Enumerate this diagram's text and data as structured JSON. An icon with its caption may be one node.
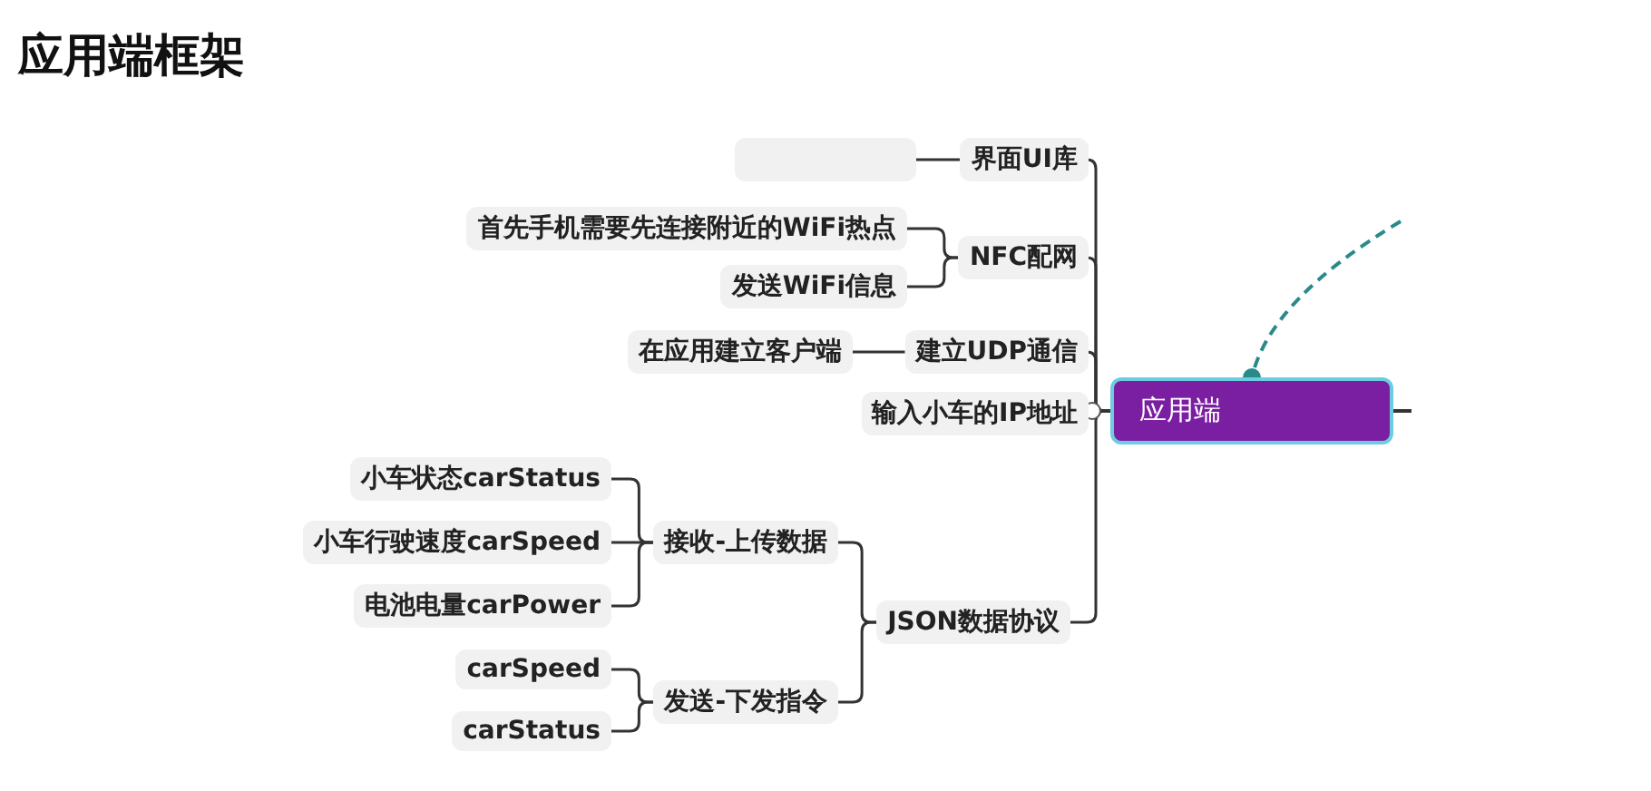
{
  "diagram": {
    "title": "应用端框架",
    "nodes": [
      {
        "text": [
          "应用端"
        ]
      },
      {
        "text": [
          "界面UI库"
        ]
      },
      {
        "text": [],
        "shape": "box"
      },
      {
        "text": [
          "NFC配网"
        ]
      },
      {
        "text": [
          "首先手机需要先连接附近的WiFi热点"
        ]
      },
      {
        "text": [
          "发送WiFi信息"
        ]
      },
      {
        "text": [
          "建立UDP通信"
        ]
      },
      {
        "text": [
          "在应用建立客户端"
        ]
      },
      {
        "text": [
          "输入小车的IP地址"
        ]
      },
      {
        "text": [
          "JSON数据协议"
        ]
      },
      {
        "text": [
          "接收-上传数据"
        ]
      },
      {
        "text": [
          "小车状态carStatus"
        ]
      },
      {
        "text": [
          "小车行驶速度carSpeed"
        ]
      },
      {
        "text": [
          "电池电量carPower"
        ]
      },
      {
        "text": [
          "发送-下发指令"
        ]
      },
      {
        "text": [
          "carSpeed"
        ]
      },
      {
        "text": [
          "carStatus"
        ]
      }
    ],
    "edges": [
      {
        "from": 0,
        "to": 1,
        "arrow": "none"
      },
      {
        "from": 1,
        "to": 2,
        "arrow": "none"
      },
      {
        "from": 0,
        "to": 3,
        "arrow": "none"
      },
      {
        "from": 3,
        "to": 4,
        "arrow": "none"
      },
      {
        "from": 3,
        "to": 5,
        "arrow": "none"
      },
      {
        "from": 0,
        "to": 6,
        "arrow": "none"
      },
      {
        "from": 6,
        "to": 7,
        "arrow": "none"
      },
      {
        "from": 0,
        "to": 8,
        "arrow": "none"
      },
      {
        "from": 0,
        "to": 9,
        "arrow": "none"
      },
      {
        "from": 9,
        "to": 10,
        "arrow": "none"
      },
      {
        "from": 10,
        "to": 11,
        "arrow": "none"
      },
      {
        "from": 10,
        "to": 12,
        "arrow": "none"
      },
      {
        "from": 10,
        "to": 13,
        "arrow": "none"
      },
      {
        "from": 9,
        "to": 14,
        "arrow": "none"
      },
      {
        "from": 14,
        "to": 15,
        "arrow": "none"
      },
      {
        "from": 14,
        "to": 16,
        "arrow": "none"
      },
      {
        "from": null,
        "to": 0,
        "arrow": "other",
        "style": "dashed",
        "color": "#2a8a8a"
      },
      {
        "from": 0,
        "to": null,
        "arrow": "none"
      }
    ]
  }
}
